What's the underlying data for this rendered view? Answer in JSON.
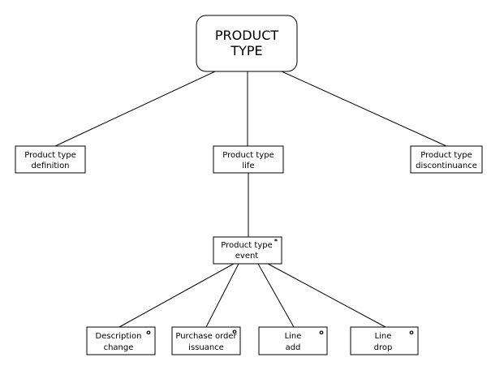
{
  "root": {
    "line1": "PRODUCT",
    "line2": "TYPE"
  },
  "nodes": {
    "definition": {
      "line1": "Product type",
      "line2": "definition"
    },
    "life": {
      "line1": "Product type",
      "line2": "life"
    },
    "discontinuance": {
      "line1": "Product type",
      "line2": "discontinuance"
    },
    "event": {
      "line1": "Product type",
      "line2": "event",
      "marker": "*"
    },
    "description_change": {
      "line1": "Description",
      "line2": "change",
      "marker": "o"
    },
    "purchase_order": {
      "line1": "Purchase order",
      "line2": "issuance",
      "marker": "o"
    },
    "line_add": {
      "line1": "Line",
      "line2": "add",
      "marker": "o"
    },
    "line_drop": {
      "line1": "Line",
      "line2": "drop",
      "marker": "o"
    }
  }
}
